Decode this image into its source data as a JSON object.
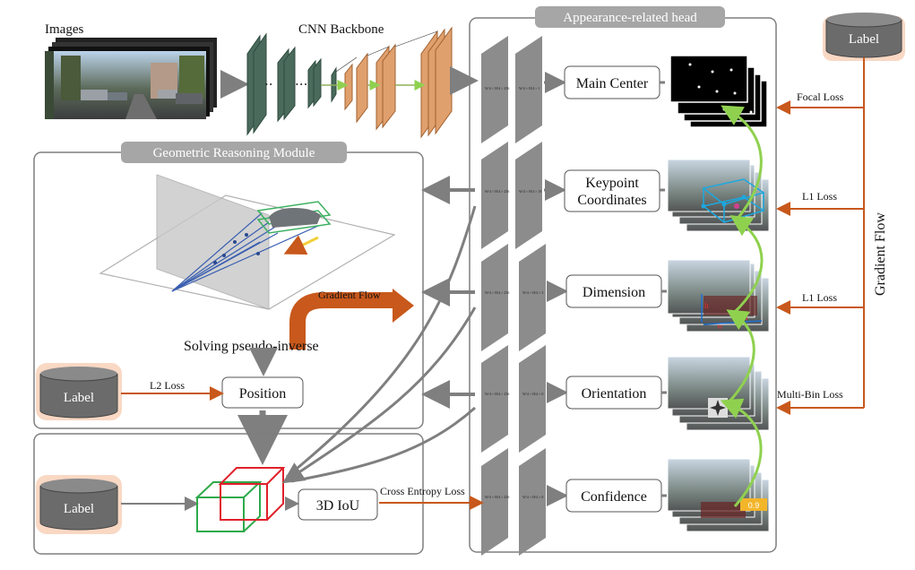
{
  "labels": {
    "images": "Images",
    "cnn_backbone": "CNN Backbone",
    "appearance_head": "Appearance-related head",
    "geometric_module": "Geometric Reasoning Module",
    "solving": "Solving pseudo-inverse",
    "gradient_flow_curve": "Gradient Flow",
    "gradient_flow_side": "Gradient Flow",
    "l2_loss": "L2 Loss",
    "cross_entropy_loss": "Cross Entropy Loss",
    "focal_loss": "Focal Loss",
    "l1_loss_1": "L1 Loss",
    "l1_loss_2": "L1 Loss",
    "multibin_loss": "Multi-Bin Loss",
    "confidence_value": "0.9"
  },
  "databases": {
    "top_right": "Label",
    "left_mid": "Label",
    "left_bottom": "Label"
  },
  "nodes": {
    "position": "Position",
    "iou": "3D IoU"
  },
  "heads": [
    {
      "name": "Main Center",
      "line1": "Main Center",
      "line2": ""
    },
    {
      "name": "Keypoint Coordinates",
      "line1": "Keypoint",
      "line2": "Coordinates"
    },
    {
      "name": "Dimension",
      "line1": "Dimension",
      "line2": ""
    },
    {
      "name": "Orientation",
      "line1": "Orientation",
      "line2": ""
    },
    {
      "name": "Confidence",
      "line1": "Confidence",
      "line2": ""
    }
  ],
  "colors": {
    "orange": "#c8581b",
    "gray_arrow": "#7f7f7f",
    "green_arrow": "#8fd14f",
    "cnn_green": "#4a6b5c",
    "cnn_orange": "#e0a06e",
    "db_fill": "#6b6b6b",
    "db_glow": "#f4b894",
    "feature_gray": "#8c8c8c"
  }
}
